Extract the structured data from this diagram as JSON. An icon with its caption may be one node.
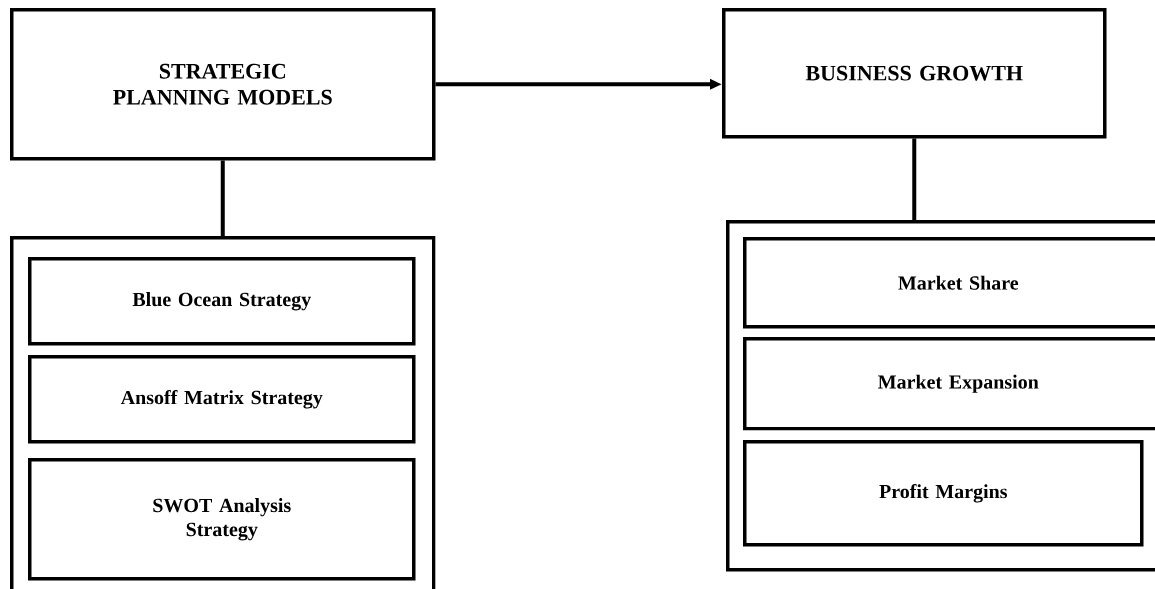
{
  "diagram": {
    "nodes": [
      {
        "text": [
          "STRATEGIC PLANNING MODELS"
        ]
      },
      {
        "text": [
          "BUSINESS GROWTH"
        ]
      },
      {
        "text": [],
        "shape": "box"
      },
      {
        "text": [
          "Blue Ocean Strategy"
        ],
        "in": 2
      },
      {
        "text": [
          "Ansoff Matrix Strategy"
        ],
        "in": 2
      },
      {
        "text": [
          "SWOT Analysis Strategy"
        ],
        "in": 2
      },
      {
        "text": [],
        "shape": "box"
      },
      {
        "text": [
          "Market Share"
        ],
        "in": 6
      },
      {
        "text": [
          "Market Expansion"
        ],
        "in": 6
      },
      {
        "text": [
          "Profit Margins"
        ],
        "in": 6
      }
    ],
    "edges": [
      {
        "from": 0,
        "to": 1,
        "arrow": "to"
      },
      {
        "from": 0,
        "to": 2,
        "arrow": "none"
      },
      {
        "from": 1,
        "to": 6,
        "arrow": "none"
      }
    ]
  }
}
